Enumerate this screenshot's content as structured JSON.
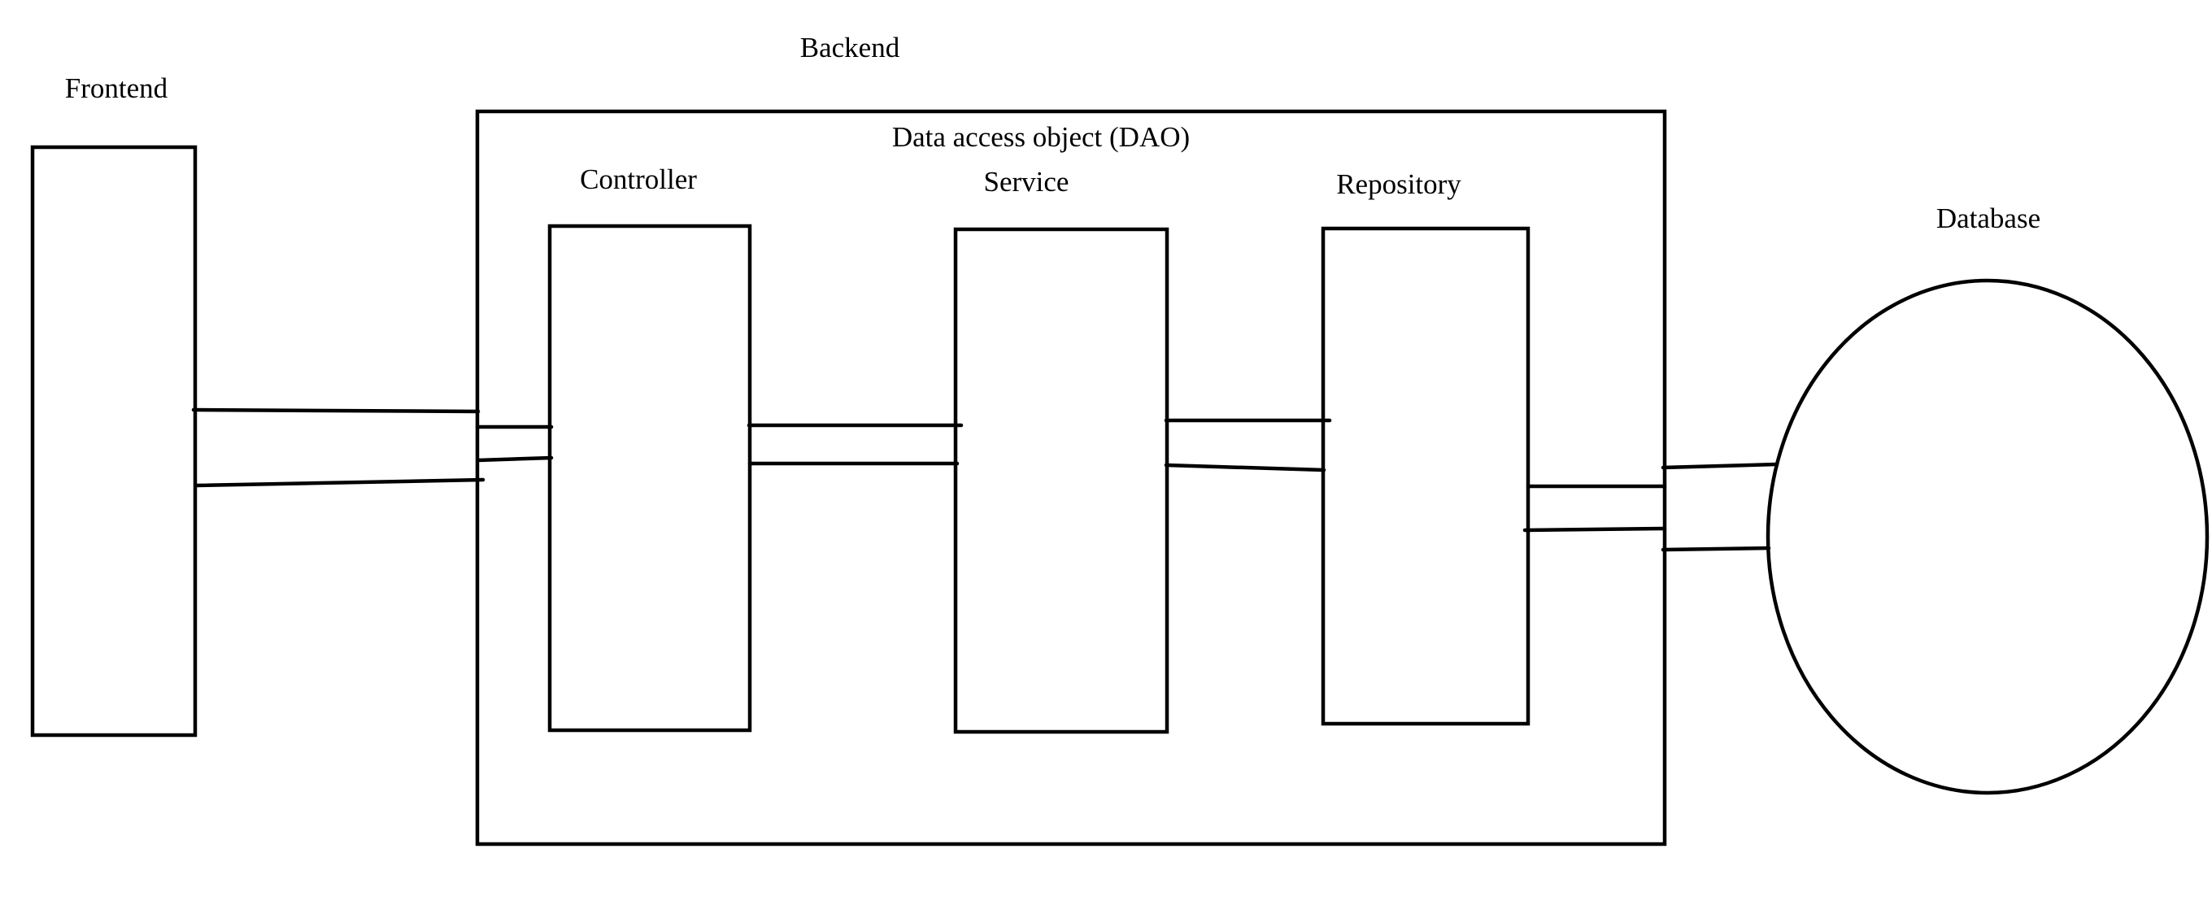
{
  "diagram": {
    "labels": {
      "frontend": "Frontend",
      "backend": "Backend",
      "dao": "Data access object (DAO)",
      "controller": "Controller",
      "service": "Service",
      "repository": "Repository",
      "database": "Database"
    }
  },
  "colors": {
    "stroke": "#000000",
    "background": "#ffffff"
  }
}
